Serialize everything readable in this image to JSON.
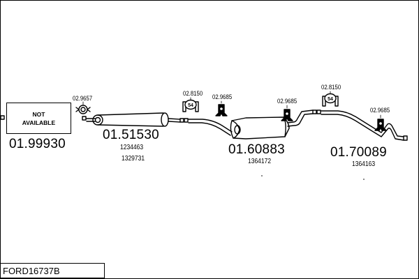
{
  "title": "FORD16737B",
  "not_available": {
    "line1": "NOT",
    "line2": "AVAILABLE"
  },
  "parts": [
    {
      "number": "01.99930",
      "oe": []
    },
    {
      "number": "01.51530",
      "oe": [
        "1234463",
        "1329731"
      ]
    },
    {
      "number": "01.60883",
      "oe": [
        "1364172"
      ]
    },
    {
      "number": "01.70089",
      "oe": [
        "1364163"
      ]
    }
  ],
  "accessories": [
    {
      "number": "02.9657",
      "icon": "clamp-icon"
    },
    {
      "number": "02.8150",
      "icon": "rubber-mount-icon",
      "mount_label": "54"
    },
    {
      "number": "02.9685",
      "icon": "hanger-icon"
    },
    {
      "number": "02.9685",
      "icon": "hanger-icon"
    },
    {
      "number": "02.8150",
      "icon": "rubber-mount-icon",
      "mount_label": "54"
    },
    {
      "number": "02.9685",
      "icon": "hanger-icon"
    }
  ]
}
